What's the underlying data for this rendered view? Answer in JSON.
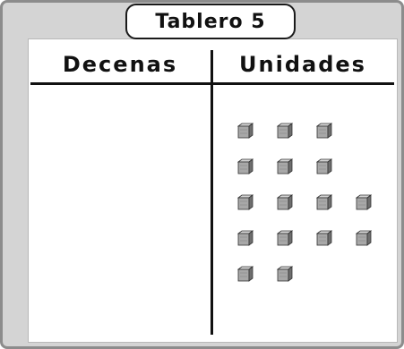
{
  "board": {
    "title": "Tablero 5",
    "columns": [
      "Decenas",
      "Unidades"
    ]
  },
  "tens_count": 0,
  "ones_count": 16,
  "unit_cube_icon": "unit-cube-icon",
  "colors": {
    "frame": "#d4d4d4",
    "cube_top": "#d6d6d6",
    "cube_front": "#a8a8a8",
    "cube_side": "#6e6e6e"
  }
}
